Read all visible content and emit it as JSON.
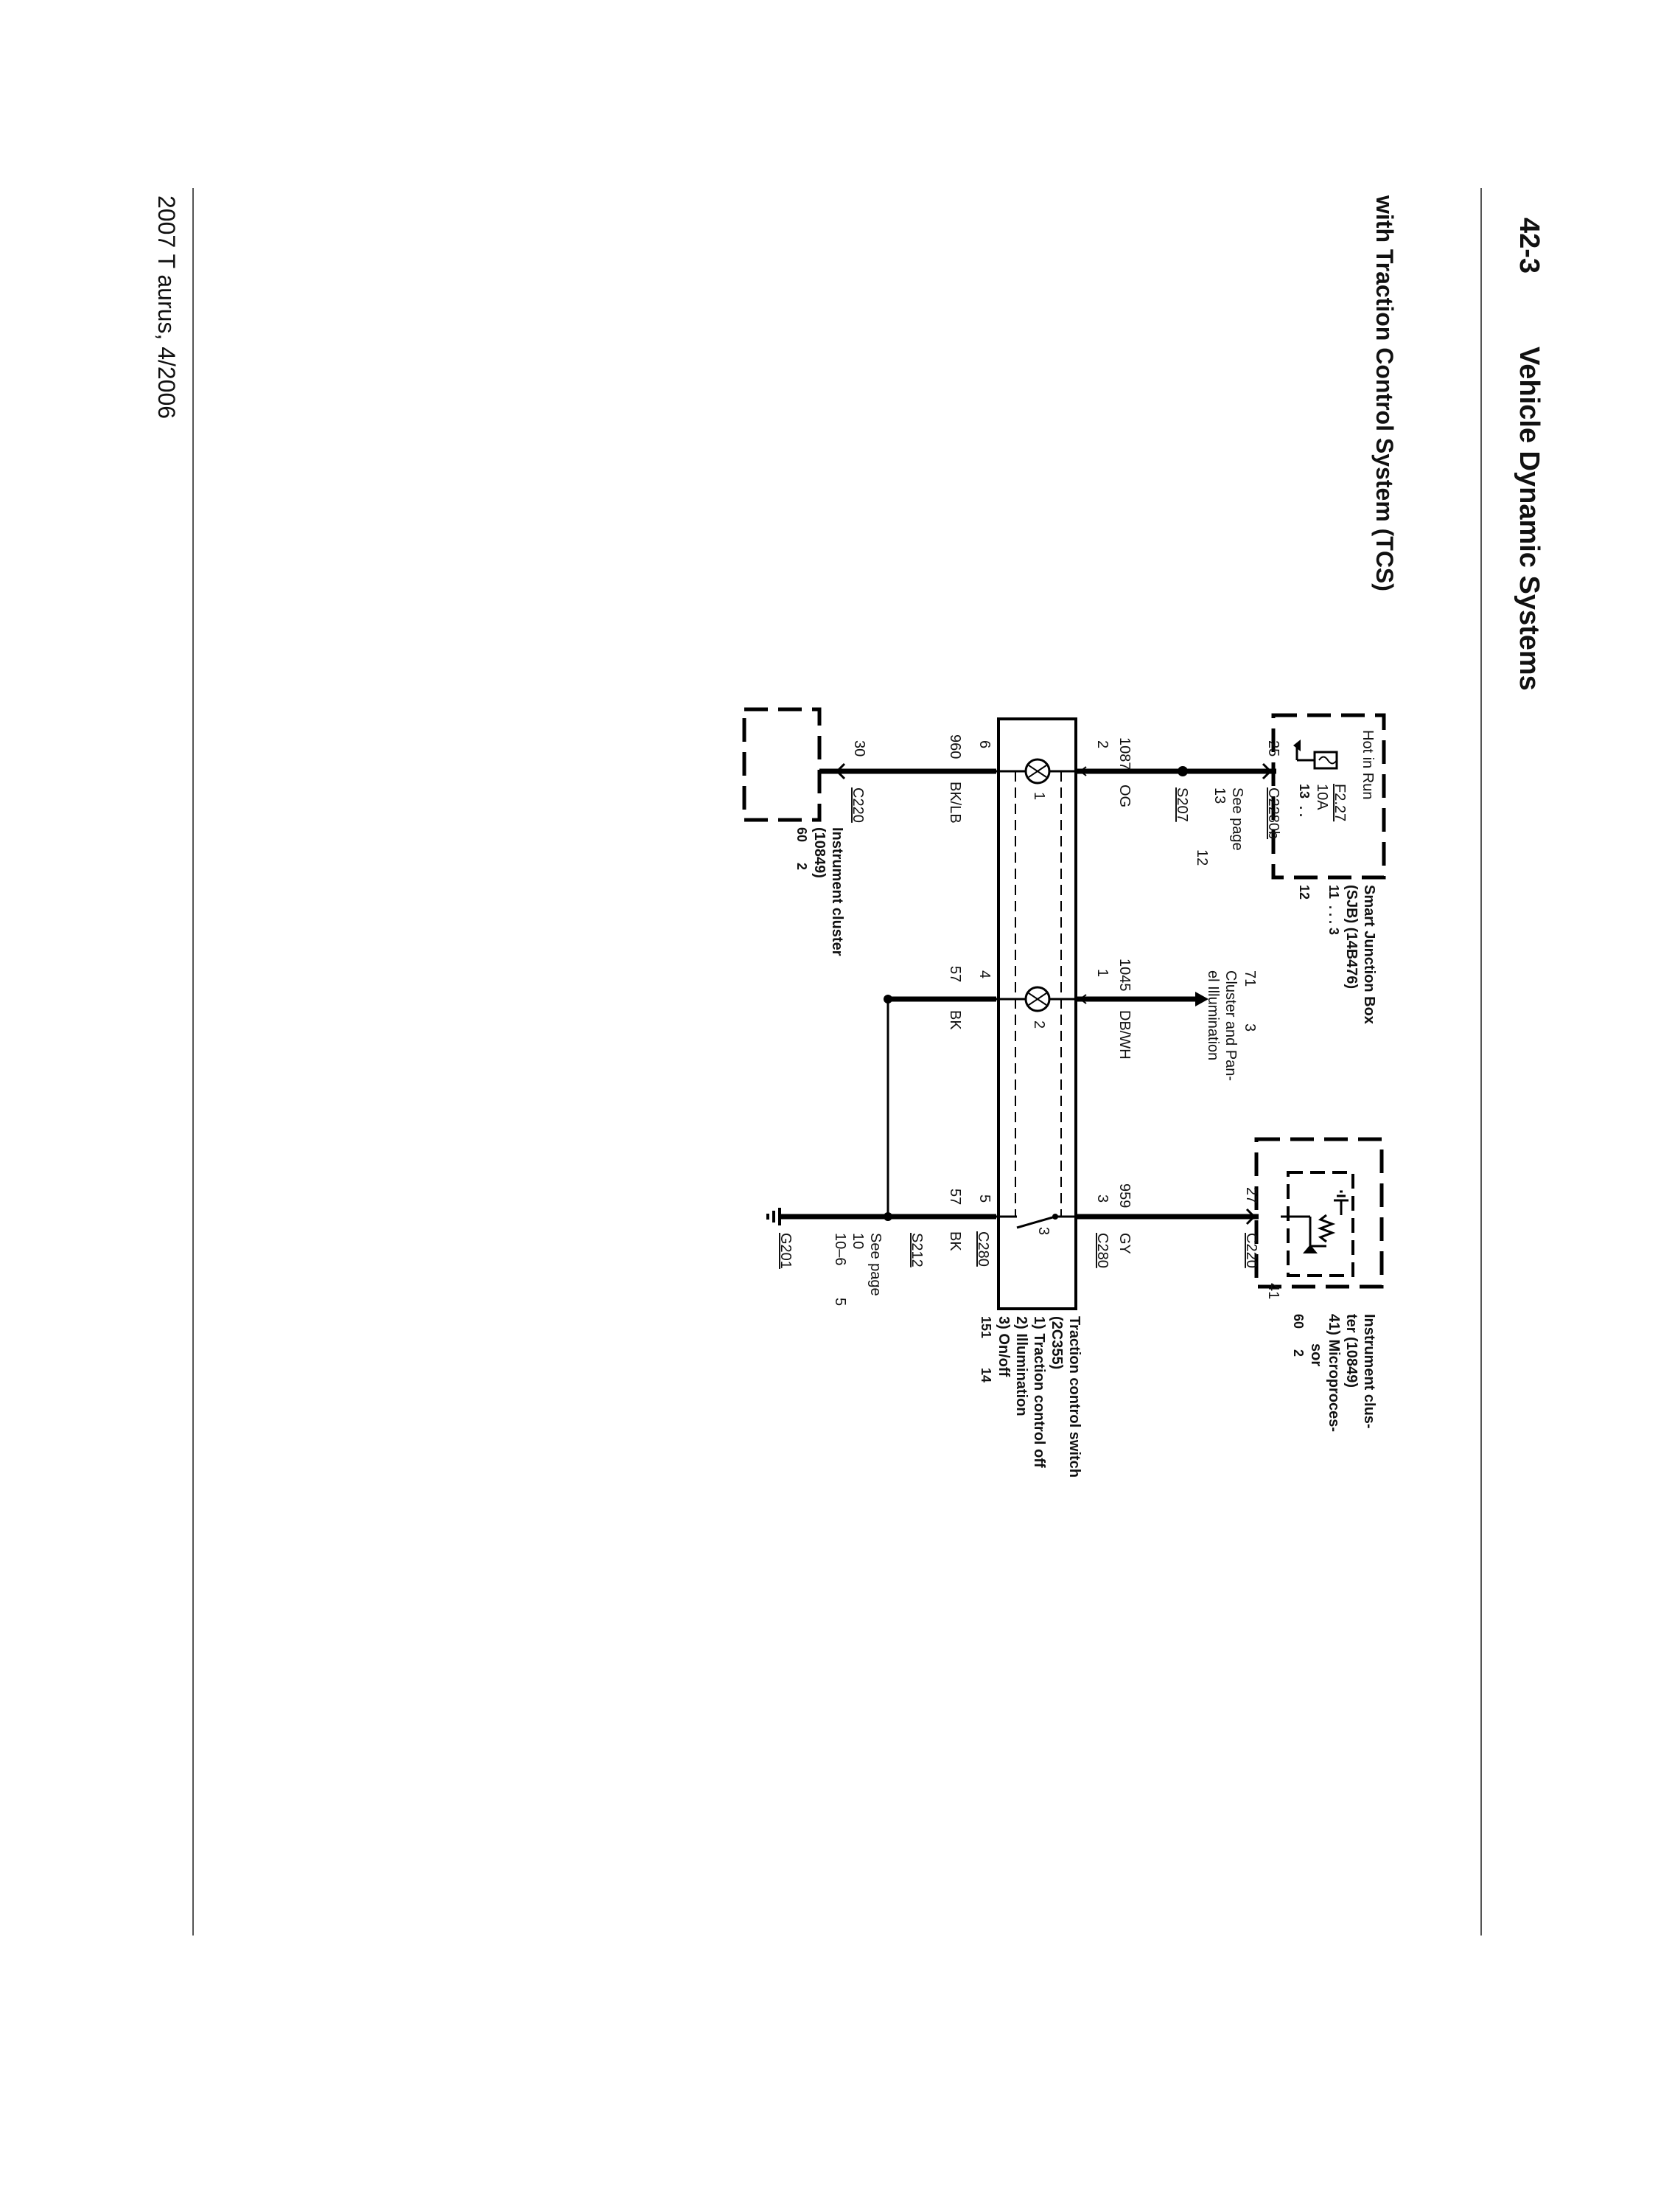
{
  "page": {
    "section_number": "42-3",
    "section_title": "Vehicle Dynamic Systems",
    "subtitle": "with Traction Control System (TCS)",
    "footer": "2007 T aurus, 4/2006"
  },
  "diagram": {
    "sjb": {
      "hot_in_run": "Hot in Run",
      "fuse_id": "F2.27",
      "fuse_rating": "10A",
      "title_line1": "Smart Junction Box",
      "title_line2": "(SJB) (14B476)",
      "ref1_a": "11",
      "ref1_b": ". . . 3",
      "ref2_a": "13",
      "ref2_b": ". .",
      "ref2_c": "12"
    },
    "wires": {
      "pin_25": "25",
      "c2280b": "C2280b",
      "see_page_label": "See page",
      "see_page_a": "13",
      "see_page_b": "12",
      "s207": "S207",
      "circuit_1087": "1087",
      "color_og": "OG",
      "pin_2": "2",
      "circuit_1045": "1045",
      "color_dbwh": "DB/WH",
      "pin_1": "1",
      "illum_ref": "71",
      "illum_ref2": "3",
      "illum_label1": "Cluster and Pan-",
      "illum_label2": "el Illumination",
      "circuit_959": "959",
      "color_gy": "GY",
      "pin_3": "3",
      "c280": "C280",
      "pin_27": "27",
      "c220": "C220",
      "circuit_960": "960",
      "color_bklb": "BK/LB",
      "pin_6": "6",
      "pin_30": "30",
      "c220_b": "C220",
      "circuit_57a": "57",
      "color_bk_a": "BK",
      "pin_4": "4",
      "circuit_57b": "57",
      "color_bk_b": "BK",
      "pin_5": "5",
      "c280_b": "C280",
      "s212": "S212",
      "see_page2_label": "See page",
      "see_page2_a": "10",
      "see_page2_b": "5",
      "see_page2_c": "10–6",
      "g201": "G201"
    },
    "switch": {
      "lamp1": "1",
      "lamp2": "2",
      "contact3": "3",
      "title_line1": "Traction control switch",
      "title_line2": "(2C355)",
      "item1": "1)  Traction control off",
      "item2": "2)  Illumination",
      "item3": "3)  On/off",
      "ref_a": "151",
      "ref_b": "14"
    },
    "cluster_top": {
      "title_line1": "Instrument clus-",
      "title_line2": "ter (10849)",
      "item": "41) Microproces-",
      "item_cont": "sor",
      "ref_a": "60",
      "ref_b": "2",
      "pin_41": "41"
    },
    "cluster_bottom": {
      "title_line1": "Instrument cluster",
      "title_line2": "(10849)",
      "ref_a": "60",
      "ref_b": "2"
    }
  }
}
